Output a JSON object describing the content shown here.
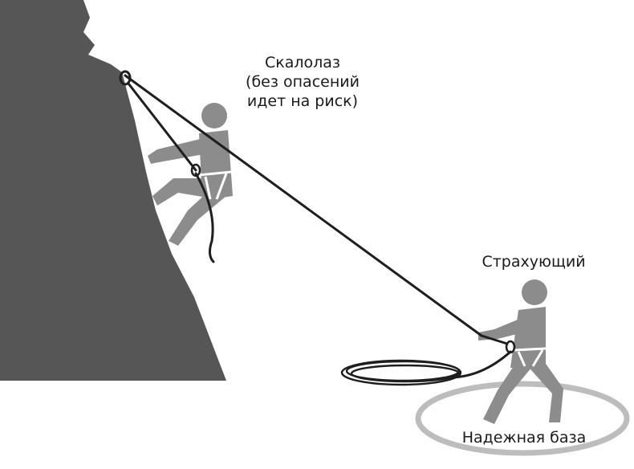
{
  "labels": {
    "climber": [
      "Скалолаз",
      "(без опасений",
      "идет на риск)"
    ],
    "belayer": "Страхующий",
    "base": "Надежная база"
  },
  "colors": {
    "rock": "#565656",
    "figure": "#8c8c8c",
    "rope": "#1e1e1e",
    "base_ring": "#bdbdbd"
  }
}
